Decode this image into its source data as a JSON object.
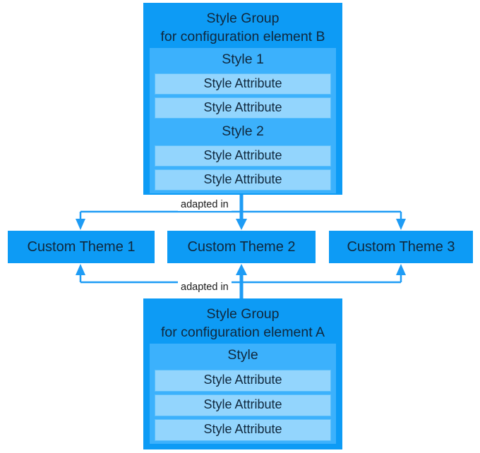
{
  "diagram": {
    "type": "block-diagram",
    "colors": {
      "group_fill": "#0D9BF5",
      "style_fill": "#3CB1FC",
      "attribute_fill": "#93D5FD",
      "attribute_border": "#5BBFFB",
      "theme_fill": "#0D9BF5",
      "connector": "#1E9CF5",
      "text": "#10283d",
      "background": "#FFFFFF"
    },
    "top_group": {
      "title_line1": "Style Group",
      "title_line2": "for configuration element B",
      "styles": [
        {
          "name": "Style 1",
          "attributes": [
            "Style Attribute",
            "Style Attribute"
          ]
        },
        {
          "name": "Style 2",
          "attributes": [
            "Style Attribute",
            "Style Attribute"
          ]
        }
      ]
    },
    "bottom_group": {
      "title_line1": "Style Group",
      "title_line2": "for configuration element A",
      "styles": [
        {
          "name": "Style",
          "attributes": [
            "Style Attribute",
            "Style Attribute",
            "Style Attribute"
          ]
        }
      ]
    },
    "themes": [
      {
        "label": "Custom Theme 1"
      },
      {
        "label": "Custom Theme 2"
      },
      {
        "label": "Custom Theme 3"
      }
    ],
    "edges": {
      "top_label": "adapted in",
      "bottom_label": "adapted in"
    }
  }
}
